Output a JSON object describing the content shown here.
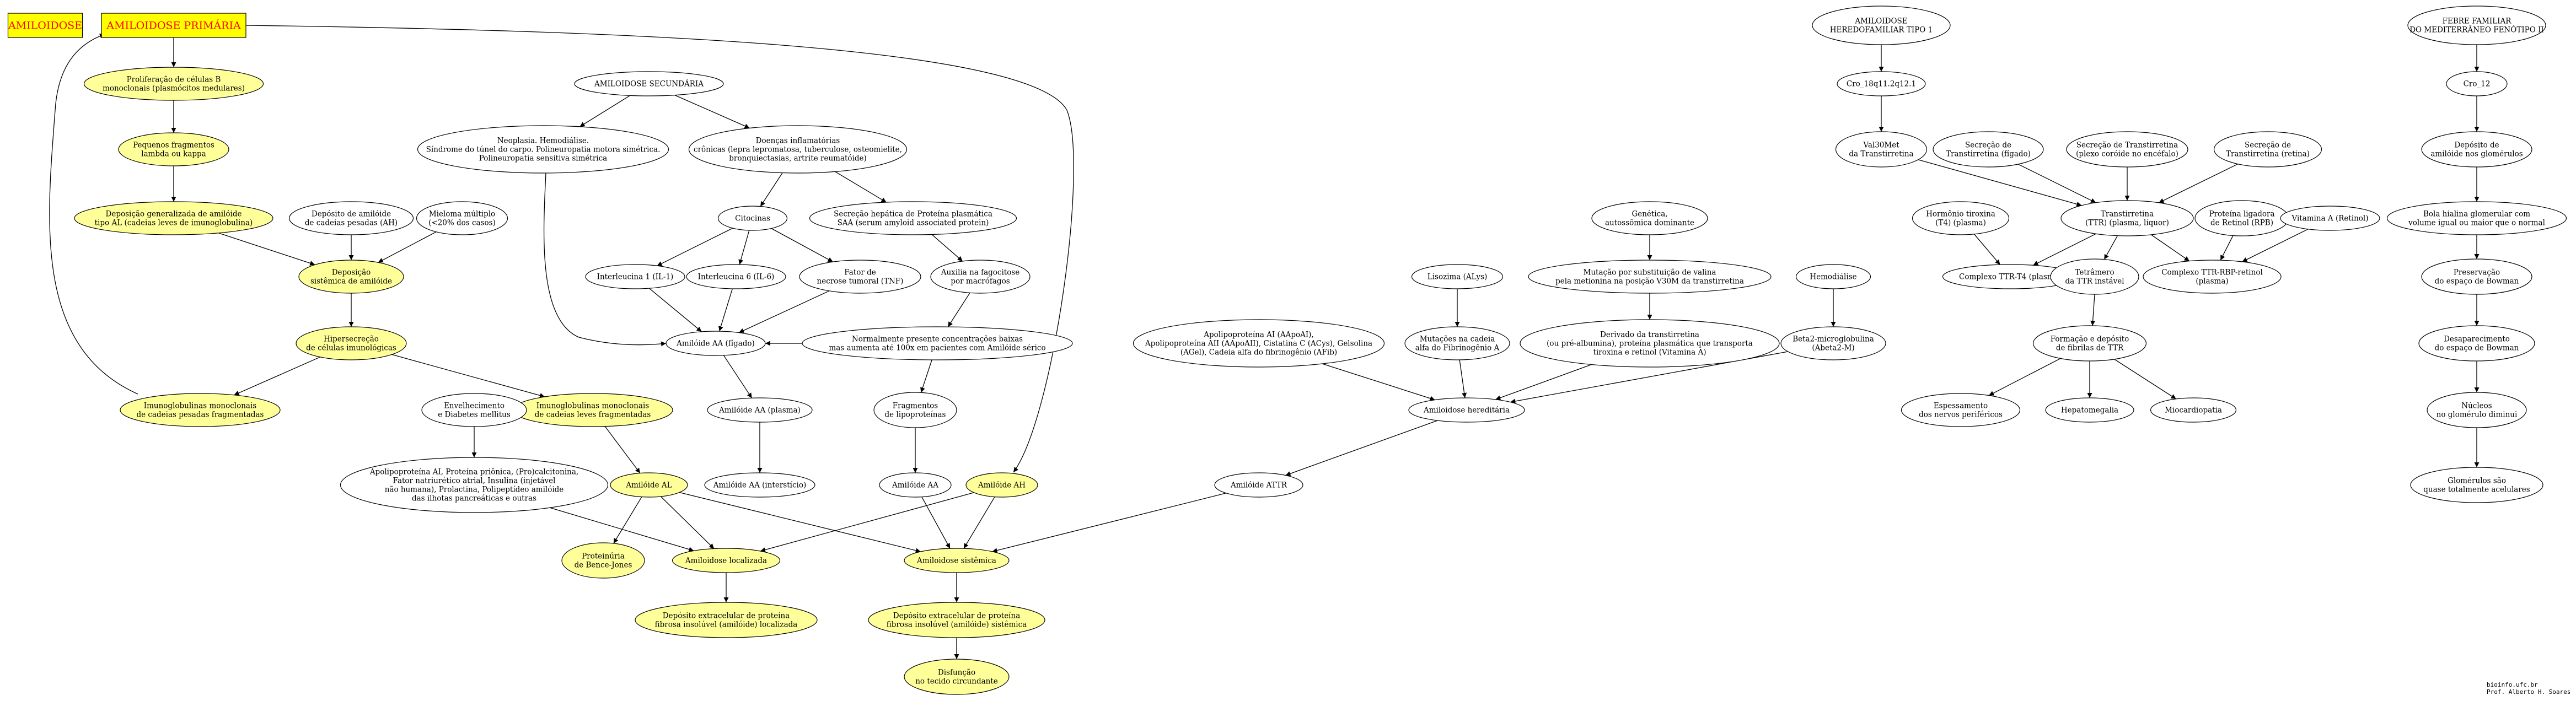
{
  "colors": {
    "highlight_fill": "#ffff99",
    "plain_fill": "#ffffff",
    "box_fill": "#ffff00",
    "box_text": "#ff0000",
    "stroke": "#000000"
  },
  "nodes": [
    {
      "id": "amiloidose",
      "shape": "box",
      "lines": [
        "AMILOIDOSE"
      ]
    },
    {
      "id": "amiloidose_primaria",
      "shape": "box",
      "lines": [
        "AMILOIDOSE PRIMÁRIA"
      ]
    },
    {
      "id": "proliferacao_b",
      "shape": "ellipse",
      "highlight": true,
      "lines": [
        "Proliferação de células B",
        "monoclonais (plasmócitos medulares)"
      ]
    },
    {
      "id": "fragmentos_lambda",
      "shape": "ellipse",
      "highlight": true,
      "lines": [
        "Pequenos fragmentos",
        "lambda ou kappa"
      ]
    },
    {
      "id": "deposicao_al",
      "shape": "ellipse",
      "highlight": true,
      "lines": [
        "Deposição generalizada de amilóide",
        "tipo AL (cadeias leves de imunoglobulina)"
      ]
    },
    {
      "id": "deposito_ah",
      "shape": "ellipse",
      "lines": [
        "Depósito de amilóide",
        "de cadeias pesadas (AH)"
      ]
    },
    {
      "id": "mieloma",
      "shape": "ellipse",
      "lines": [
        "Mieloma múltiplo",
        "(<20% dos casos)"
      ]
    },
    {
      "id": "deposicao_sistemica",
      "shape": "ellipse",
      "highlight": true,
      "lines": [
        "Deposição",
        "sistêmica de amilóide"
      ]
    },
    {
      "id": "hipersecrecao",
      "shape": "ellipse",
      "highlight": true,
      "lines": [
        "Hipersecreção",
        "de células imunológicas"
      ]
    },
    {
      "id": "ig_pesadas",
      "shape": "ellipse",
      "highlight": true,
      "lines": [
        "Imunoglobulinas monoclonais",
        "de cadeias pesadas fragmentadas"
      ]
    },
    {
      "id": "ig_leves",
      "shape": "ellipse",
      "highlight": true,
      "lines": [
        "Imunoglobulinas monoclonais",
        "de cadeias leves fragmentadas"
      ]
    },
    {
      "id": "amiloide_al",
      "shape": "ellipse",
      "highlight": true,
      "lines": [
        "Amilóide AL"
      ]
    },
    {
      "id": "bence_jones",
      "shape": "ellipse",
      "highlight": true,
      "lines": [
        "Proteinúria",
        "de Bence-Jones"
      ]
    },
    {
      "id": "amiloidose_localizada",
      "shape": "ellipse",
      "highlight": true,
      "lines": [
        "Amiloidose localizada"
      ]
    },
    {
      "id": "deposito_localizada",
      "shape": "ellipse",
      "highlight": true,
      "lines": [
        "Depósito extracelular de proteína",
        "fibrosa insolúvel (amilóide) localizada"
      ]
    },
    {
      "id": "amiloidose_secundaria",
      "shape": "ellipse",
      "lines": [
        "AMILOIDOSE SECUNDÁRIA"
      ]
    },
    {
      "id": "neoplasia",
      "shape": "ellipse",
      "lines": [
        "Neoplasia. Hemodiálise.",
        "Síndrome do túnel do carpo. Polineuropatia motora simétrica.",
        "Polineuropatia sensitiva simétrica"
      ]
    },
    {
      "id": "doencas_inflamatorias",
      "shape": "ellipse",
      "lines": [
        "Doenças inflamatórias",
        "crônicas (lepra lepromatosa, tuberculose, osteomielite,",
        "bronquiectasias, artrite reumatóide)"
      ]
    },
    {
      "id": "citocinas",
      "shape": "ellipse",
      "lines": [
        "Citocinas"
      ]
    },
    {
      "id": "secrecao_saa",
      "shape": "ellipse",
      "lines": [
        "Secreção hepática de Proteína plasmática",
        "SAA (serum amyloid associated protein)"
      ]
    },
    {
      "id": "il1",
      "shape": "ellipse",
      "lines": [
        "Interleucina 1 (IL-1)"
      ]
    },
    {
      "id": "il6",
      "shape": "ellipse",
      "lines": [
        "Interleucina 6 (IL-6)"
      ]
    },
    {
      "id": "tnf",
      "shape": "ellipse",
      "lines": [
        "Fator de",
        "necrose tumoral (TNF)"
      ]
    },
    {
      "id": "auxilia_fagocitose",
      "shape": "ellipse",
      "lines": [
        "Auxilia na fagocitose",
        "por macrófagos"
      ]
    },
    {
      "id": "amiloide_aa_figado",
      "shape": "ellipse",
      "lines": [
        "Amilóide AA (fígado)"
      ]
    },
    {
      "id": "concentracoes",
      "shape": "ellipse",
      "lines": [
        "Normalmente presente concentrações baixas",
        "mas aumenta até 100x em pacientes com Amilóide sérico"
      ]
    },
    {
      "id": "amiloide_aa_plasma",
      "shape": "ellipse",
      "lines": [
        "Amilóide AA (plasma)"
      ]
    },
    {
      "id": "amiloide_aa_intersticio",
      "shape": "ellipse",
      "lines": [
        "Amilóide AA (interstício)"
      ]
    },
    {
      "id": "fragmentos_lipoproteinas",
      "shape": "ellipse",
      "lines": [
        "Fragmentos",
        "de lipoproteínas"
      ]
    },
    {
      "id": "amiloide_aa",
      "shape": "ellipse",
      "lines": [
        "Amilóide AA"
      ]
    },
    {
      "id": "amiloide_ah",
      "shape": "ellipse",
      "highlight": true,
      "lines": [
        "Amilóide AH"
      ]
    },
    {
      "id": "envelhecimento",
      "shape": "ellipse",
      "lines": [
        "Envelhecimento",
        "e Diabetes mellitus"
      ]
    },
    {
      "id": "apolipoproteina_ai",
      "shape": "ellipse",
      "lines": [
        "Apolipoproteína AI, Proteína priônica, (Pro)calcitonina,",
        "Fator natriurético atrial, Insulina (injetável",
        "não humana), Prolactina, Polipeptídeo amilóide",
        "das ilhotas pancreáticas e outras"
      ]
    },
    {
      "id": "amiloidose_sistemica",
      "shape": "ellipse",
      "highlight": true,
      "lines": [
        "Amiloidose sistêmica"
      ]
    },
    {
      "id": "deposito_sistemica",
      "shape": "ellipse",
      "highlight": true,
      "lines": [
        "Depósito extracelular de proteína",
        "fibrosa insolúvel (amilóide) sistêmica"
      ]
    },
    {
      "id": "disfuncao",
      "shape": "ellipse",
      "highlight": true,
      "lines": [
        "Disfunção",
        "no tecido circundante"
      ]
    },
    {
      "id": "apolipoproteinas_her",
      "shape": "ellipse",
      "lines": [
        "Apolipoproteína AI (AApoAI),",
        "Apolipoproteína AII (AApoAII), Cistatina C (ACys), Gelsolina",
        "(AGel), Cadeia alfa do fibrinogênio (AFib)"
      ]
    },
    {
      "id": "lisozima",
      "shape": "ellipse",
      "lines": [
        "Lisozima (ALys)"
      ]
    },
    {
      "id": "mutacoes_fibrinogenio",
      "shape": "ellipse",
      "lines": [
        "Mutações na cadeia",
        "alfa do Fibrinogênio A"
      ]
    },
    {
      "id": "genetica",
      "shape": "ellipse",
      "lines": [
        "Genética,",
        "autossômica dominante"
      ]
    },
    {
      "id": "mutacao_valina",
      "shape": "ellipse",
      "lines": [
        "Mutação por substituição de valina",
        "pela metionina na posição V30M da transtirretina"
      ]
    },
    {
      "id": "derivado_transtirretina",
      "shape": "ellipse",
      "lines": [
        "Derivado da transtirretina",
        "(ou pré-albumina), proteína plasmática que transporta",
        "tiroxina e retinol (Vitamina A)"
      ]
    },
    {
      "id": "hemodialise",
      "shape": "ellipse",
      "lines": [
        "Hemodiálise"
      ]
    },
    {
      "id": "beta2",
      "shape": "ellipse",
      "lines": [
        "Beta2-microglobulina",
        "(Abeta2-M)"
      ]
    },
    {
      "id": "amiloidose_hereditaria",
      "shape": "ellipse",
      "lines": [
        "Amiloidose hereditária"
      ]
    },
    {
      "id": "amiloide_attr",
      "shape": "ellipse",
      "lines": [
        "Amilóide ATTR"
      ]
    },
    {
      "id": "amiloidose_hereditaria_1",
      "shape": "ellipse",
      "lines": [
        "AMILOIDOSE",
        "HEREDOFAMILIAR TIPO 1"
      ]
    },
    {
      "id": "cro_18",
      "shape": "ellipse",
      "lines": [
        "Cro_18q11.2q12.1"
      ]
    },
    {
      "id": "val30met",
      "shape": "ellipse",
      "lines": [
        "Val30Met",
        "da Transtirretina"
      ]
    },
    {
      "id": "secrecao_figado",
      "shape": "ellipse",
      "lines": [
        "Secreção de",
        "Transtirretina (fígado)"
      ]
    },
    {
      "id": "secrecao_plexo",
      "shape": "ellipse",
      "lines": [
        "Secreção de Transtirretina",
        "(plexo coróide no encéfalo)"
      ]
    },
    {
      "id": "secrecao_retina",
      "shape": "ellipse",
      "lines": [
        "Secreção de",
        "Transtirretina (retina)"
      ]
    },
    {
      "id": "hormonio_tiroxina",
      "shape": "ellipse",
      "lines": [
        "Hormônio tiroxina",
        "(T4) (plasma)"
      ]
    },
    {
      "id": "transtirretina",
      "shape": "ellipse",
      "lines": [
        "Transtirretina",
        "(TTR) (plasma, líquor)"
      ]
    },
    {
      "id": "proteina_rbp",
      "shape": "ellipse",
      "lines": [
        "Proteína ligadora",
        "de Retinol (RPB)"
      ]
    },
    {
      "id": "vitamina_a",
      "shape": "ellipse",
      "lines": [
        "Vitamina A (Retinol)"
      ]
    },
    {
      "id": "complexo_ttr_t4",
      "shape": "ellipse",
      "lines": [
        "Complexo TTR-T4 (plasma)"
      ]
    },
    {
      "id": "tetramero",
      "shape": "ellipse",
      "lines": [
        "Tetrâmero",
        "da TTR instável"
      ]
    },
    {
      "id": "complexo_ttr_rbp",
      "shape": "ellipse",
      "lines": [
        "Complexo TTR-RBP-retinol",
        "(plasma)"
      ]
    },
    {
      "id": "formacao_fibrilas",
      "shape": "ellipse",
      "lines": [
        "Formação e depósito",
        "de fibrilas de TTR"
      ]
    },
    {
      "id": "espessamento",
      "shape": "ellipse",
      "lines": [
        "Espessamento",
        "dos nervos periféricos"
      ]
    },
    {
      "id": "hepatomegalia",
      "shape": "ellipse",
      "lines": [
        "Hepatomegalia"
      ]
    },
    {
      "id": "miocardiopatia",
      "shape": "ellipse",
      "lines": [
        "Miocardiopatia"
      ]
    },
    {
      "id": "febre_familiar",
      "shape": "ellipse",
      "lines": [
        "FEBRE FAMILIAR",
        "DO MEDITERRÂNEO FENÓTIPO II"
      ]
    },
    {
      "id": "cro_12",
      "shape": "ellipse",
      "lines": [
        "Cro_12"
      ]
    },
    {
      "id": "deposito_glomerulos",
      "shape": "ellipse",
      "lines": [
        "Depósito de",
        "amilóide nos glomérulos"
      ]
    },
    {
      "id": "bola_hialina",
      "shape": "ellipse",
      "lines": [
        "Bola hialina glomerular com",
        "volume igual ou maior que o normal"
      ]
    },
    {
      "id": "preservacao_bowman",
      "shape": "ellipse",
      "lines": [
        "Preservação",
        "do espaço de Bowman"
      ]
    },
    {
      "id": "desaparecimento_bowman",
      "shape": "ellipse",
      "lines": [
        "Desaparecimento",
        "do espaço de Bowman"
      ]
    },
    {
      "id": "nucleos_glomerulo",
      "shape": "ellipse",
      "lines": [
        "Núcleos",
        "no glomérulo diminui"
      ]
    },
    {
      "id": "glomerulos_acelulares",
      "shape": "ellipse",
      "lines": [
        "Glomérulos são",
        "quase totalmente acelulares"
      ]
    }
  ],
  "edges": [
    [
      "amiloidose_primaria",
      "proliferacao_b"
    ],
    [
      "proliferacao_b",
      "fragmentos_lambda"
    ],
    [
      "fragmentos_lambda",
      "deposicao_al"
    ],
    [
      "deposicao_al",
      "deposicao_sistemica"
    ],
    [
      "deposito_ah",
      "deposicao_sistemica"
    ],
    [
      "mieloma",
      "deposicao_sistemica"
    ],
    [
      "deposicao_sistemica",
      "hipersecrecao"
    ],
    [
      "hipersecrecao",
      "ig_pesadas"
    ],
    [
      "hipersecrecao",
      "ig_leves"
    ],
    [
      "ig_pesadas",
      "amiloidose_primaria"
    ],
    [
      "ig_leves",
      "amiloide_al"
    ],
    [
      "amiloide_al",
      "bence_jones"
    ],
    [
      "amiloide_al",
      "amiloidose_localizada"
    ],
    [
      "amiloidose_localizada",
      "deposito_localizada"
    ],
    [
      "amiloidose_secundaria",
      "neoplasia"
    ],
    [
      "amiloidose_secundaria",
      "doencas_inflamatorias"
    ],
    [
      "doencas_inflamatorias",
      "citocinas"
    ],
    [
      "doencas_inflamatorias",
      "secrecao_saa"
    ],
    [
      "citocinas",
      "il1"
    ],
    [
      "citocinas",
      "il6"
    ],
    [
      "citocinas",
      "tnf"
    ],
    [
      "il1",
      "amiloide_aa_figado"
    ],
    [
      "il6",
      "amiloide_aa_figado"
    ],
    [
      "tnf",
      "amiloide_aa_figado"
    ],
    [
      "neoplasia",
      "amiloide_aa_figado"
    ],
    [
      "secrecao_saa",
      "auxilia_fagocitose"
    ],
    [
      "auxilia_fagocitose",
      "concentracoes"
    ],
    [
      "concentracoes",
      "amiloide_aa_figado"
    ],
    [
      "concentracoes",
      "fragmentos_lipoproteinas"
    ],
    [
      "amiloide_aa_figado",
      "amiloide_aa_plasma"
    ],
    [
      "amiloide_aa_plasma",
      "amiloide_aa_intersticio"
    ],
    [
      "fragmentos_lipoproteinas",
      "amiloide_aa"
    ],
    [
      "amiloide_aa",
      "amiloidose_sistemica"
    ],
    [
      "amiloidose_primaria",
      "amiloide_ah"
    ],
    [
      "amiloide_ah",
      "amiloidose_localizada"
    ],
    [
      "amiloide_ah",
      "amiloidose_sistemica"
    ],
    [
      "envelhecimento",
      "apolipoproteina_ai"
    ],
    [
      "apolipoproteina_ai",
      "amiloidose_localizada"
    ],
    [
      "amiloide_al",
      "amiloidose_sistemica"
    ],
    [
      "amiloidose_sistemica",
      "deposito_sistemica"
    ],
    [
      "deposito_sistemica",
      "disfuncao"
    ],
    [
      "apolipoproteinas_her",
      "amiloidose_hereditaria"
    ],
    [
      "lisozima",
      "mutacoes_fibrinogenio"
    ],
    [
      "mutacoes_fibrinogenio",
      "amiloidose_hereditaria"
    ],
    [
      "genetica",
      "mutacao_valina"
    ],
    [
      "mutacao_valina",
      "derivado_transtirretina"
    ],
    [
      "derivado_transtirretina",
      "amiloidose_hereditaria"
    ],
    [
      "hemodialise",
      "beta2"
    ],
    [
      "beta2",
      "amiloidose_hereditaria"
    ],
    [
      "amiloidose_hereditaria",
      "amiloide_attr"
    ],
    [
      "amiloide_attr",
      "amiloidose_sistemica"
    ],
    [
      "amiloidose_hereditaria_1",
      "cro_18"
    ],
    [
      "cro_18",
      "val30met"
    ],
    [
      "val30met",
      "transtirretina"
    ],
    [
      "secrecao_figado",
      "transtirretina"
    ],
    [
      "secrecao_plexo",
      "transtirretina"
    ],
    [
      "secrecao_retina",
      "transtirretina"
    ],
    [
      "hormonio_tiroxina",
      "complexo_ttr_t4"
    ],
    [
      "transtirretina",
      "complexo_ttr_t4"
    ],
    [
      "transtirretina",
      "tetramero"
    ],
    [
      "transtirretina",
      "complexo_ttr_rbp"
    ],
    [
      "proteina_rbp",
      "complexo_ttr_rbp"
    ],
    [
      "vitamina_a",
      "complexo_ttr_rbp"
    ],
    [
      "tetramero",
      "formacao_fibrilas"
    ],
    [
      "formacao_fibrilas",
      "espessamento"
    ],
    [
      "formacao_fibrilas",
      "hepatomegalia"
    ],
    [
      "formacao_fibrilas",
      "miocardiopatia"
    ],
    [
      "febre_familiar",
      "cro_12"
    ],
    [
      "cro_12",
      "deposito_glomerulos"
    ],
    [
      "deposito_glomerulos",
      "bola_hialina"
    ],
    [
      "bola_hialina",
      "preservacao_bowman"
    ],
    [
      "preservacao_bowman",
      "desaparecimento_bowman"
    ],
    [
      "desaparecimento_bowman",
      "nucleos_glomerulo"
    ],
    [
      "nucleos_glomerulo",
      "glomerulos_acelulares"
    ]
  ],
  "credit": {
    "line1": "bioinfo.ufc.br",
    "line2": "Prof. Alberto H. Soares"
  }
}
